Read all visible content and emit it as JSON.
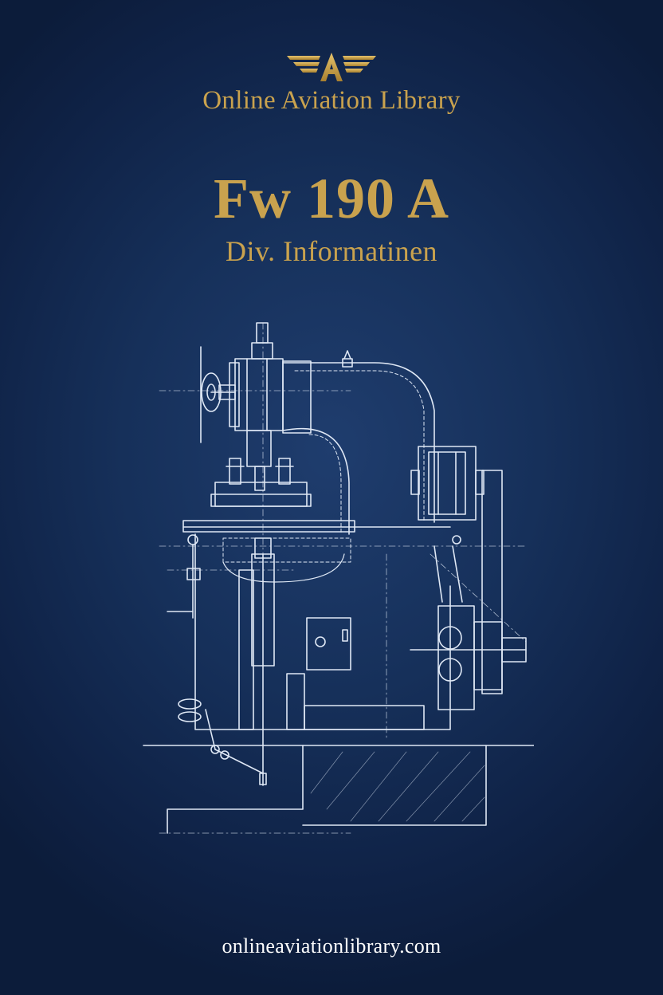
{
  "header": {
    "library_name": "Online Aviation Library",
    "logo_icon": "winged-a-logo-icon"
  },
  "cover": {
    "title": "Fw 190 A",
    "subtitle": "Div. Informatinen",
    "illustration": "machine-blueprint-drawing"
  },
  "footer": {
    "url": "onlineaviationlibrary.com"
  },
  "colors": {
    "background": "#16305a",
    "gold": "#c9a24e",
    "line": "#dfe8f5",
    "footer_text": "#ffffff"
  }
}
